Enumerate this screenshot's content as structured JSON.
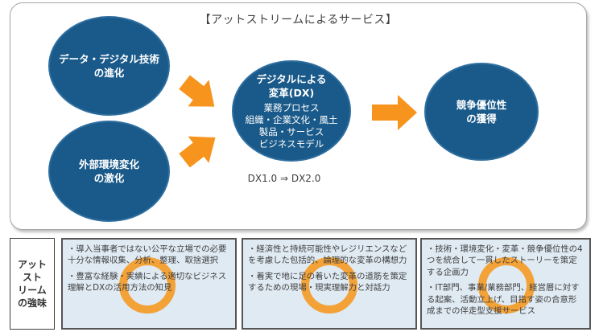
{
  "header": {
    "title": "【アットストリームによるサービス】"
  },
  "circles": {
    "tech": {
      "line1": "データ・デジタル技術",
      "line2": "の進化"
    },
    "env": {
      "line1": "外部環境変化",
      "line2": "の激化"
    },
    "dx": {
      "line1": "デジタルによる",
      "line2": "変革(DX)",
      "items": [
        "業務プロセス",
        "組織・企業文化・風土",
        "製品・サービス",
        "ビジネスモデル"
      ]
    },
    "advantage": {
      "line1": "競争優位性",
      "line2": "の獲得"
    }
  },
  "dx_stage": "DX1.0 ⇒ DX2.0",
  "strengths": {
    "label": [
      "アット",
      "スト",
      "リーム",
      "の強味"
    ],
    "boxes": [
      {
        "items": [
          "・導入当事者ではない公平な立場での必要十分な情報収集、分析、整理、取捨選択",
          "・豊富な経験・実績による適切なビジネス理解とDXの活用方法の知見"
        ]
      },
      {
        "items": [
          "・経済性と持続可能性やレジリエンスなどを考慮した包括的、論理的な変革の構想力",
          "・着実で地に足の着いた変革の道筋を策定するための現場・現実理解力と対話力"
        ]
      },
      {
        "items": [
          "・技術・環境変化・変革・競争優位性の4つを統合して一貫したストーリーを策定する企画力",
          "・IT部門、事業/業務部門、経営層に対する起案、活動立上げ、目指す姿の合意形成までの伴走型支援サービス"
        ]
      }
    ]
  },
  "colors": {
    "circle_fill": "#1a5a8a",
    "arrow": "#f7941d",
    "ring": "#f59a23",
    "box_fill": "#dfeaf3"
  }
}
